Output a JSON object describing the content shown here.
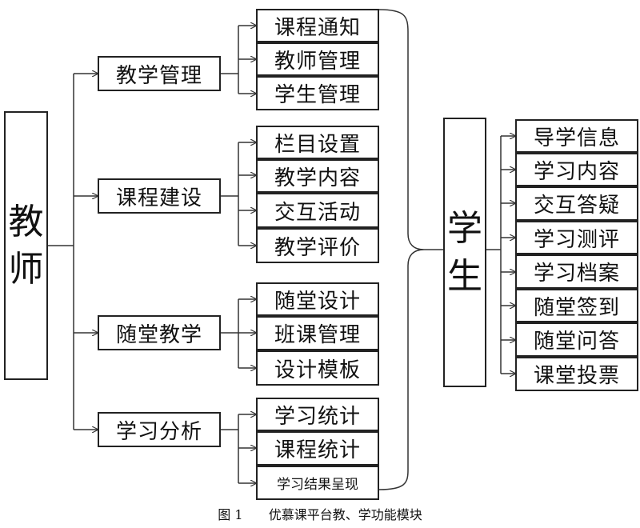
{
  "teacher": {
    "label": "教师",
    "modules": [
      {
        "label": "教学管理",
        "items": [
          "课程通知",
          "教师管理",
          "学生管理"
        ]
      },
      {
        "label": "课程建设",
        "items": [
          "栏目设置",
          "教学内容",
          "交互活动",
          "教学评价"
        ]
      },
      {
        "label": "随堂教学",
        "items": [
          "随堂设计",
          "班课管理",
          "设计模板"
        ]
      },
      {
        "label": "学习分析",
        "items": [
          "学习统计",
          "课程统计",
          "学习结果呈现"
        ]
      }
    ]
  },
  "student": {
    "label": "学生",
    "items": [
      "导学信息",
      "学习内容",
      "交互答疑",
      "学习测评",
      "学习档案",
      "随堂签到",
      "随堂问答",
      "课堂投票"
    ]
  },
  "caption": {
    "figure": "图 1",
    "title": "优慕课平台教、学功能模块"
  }
}
